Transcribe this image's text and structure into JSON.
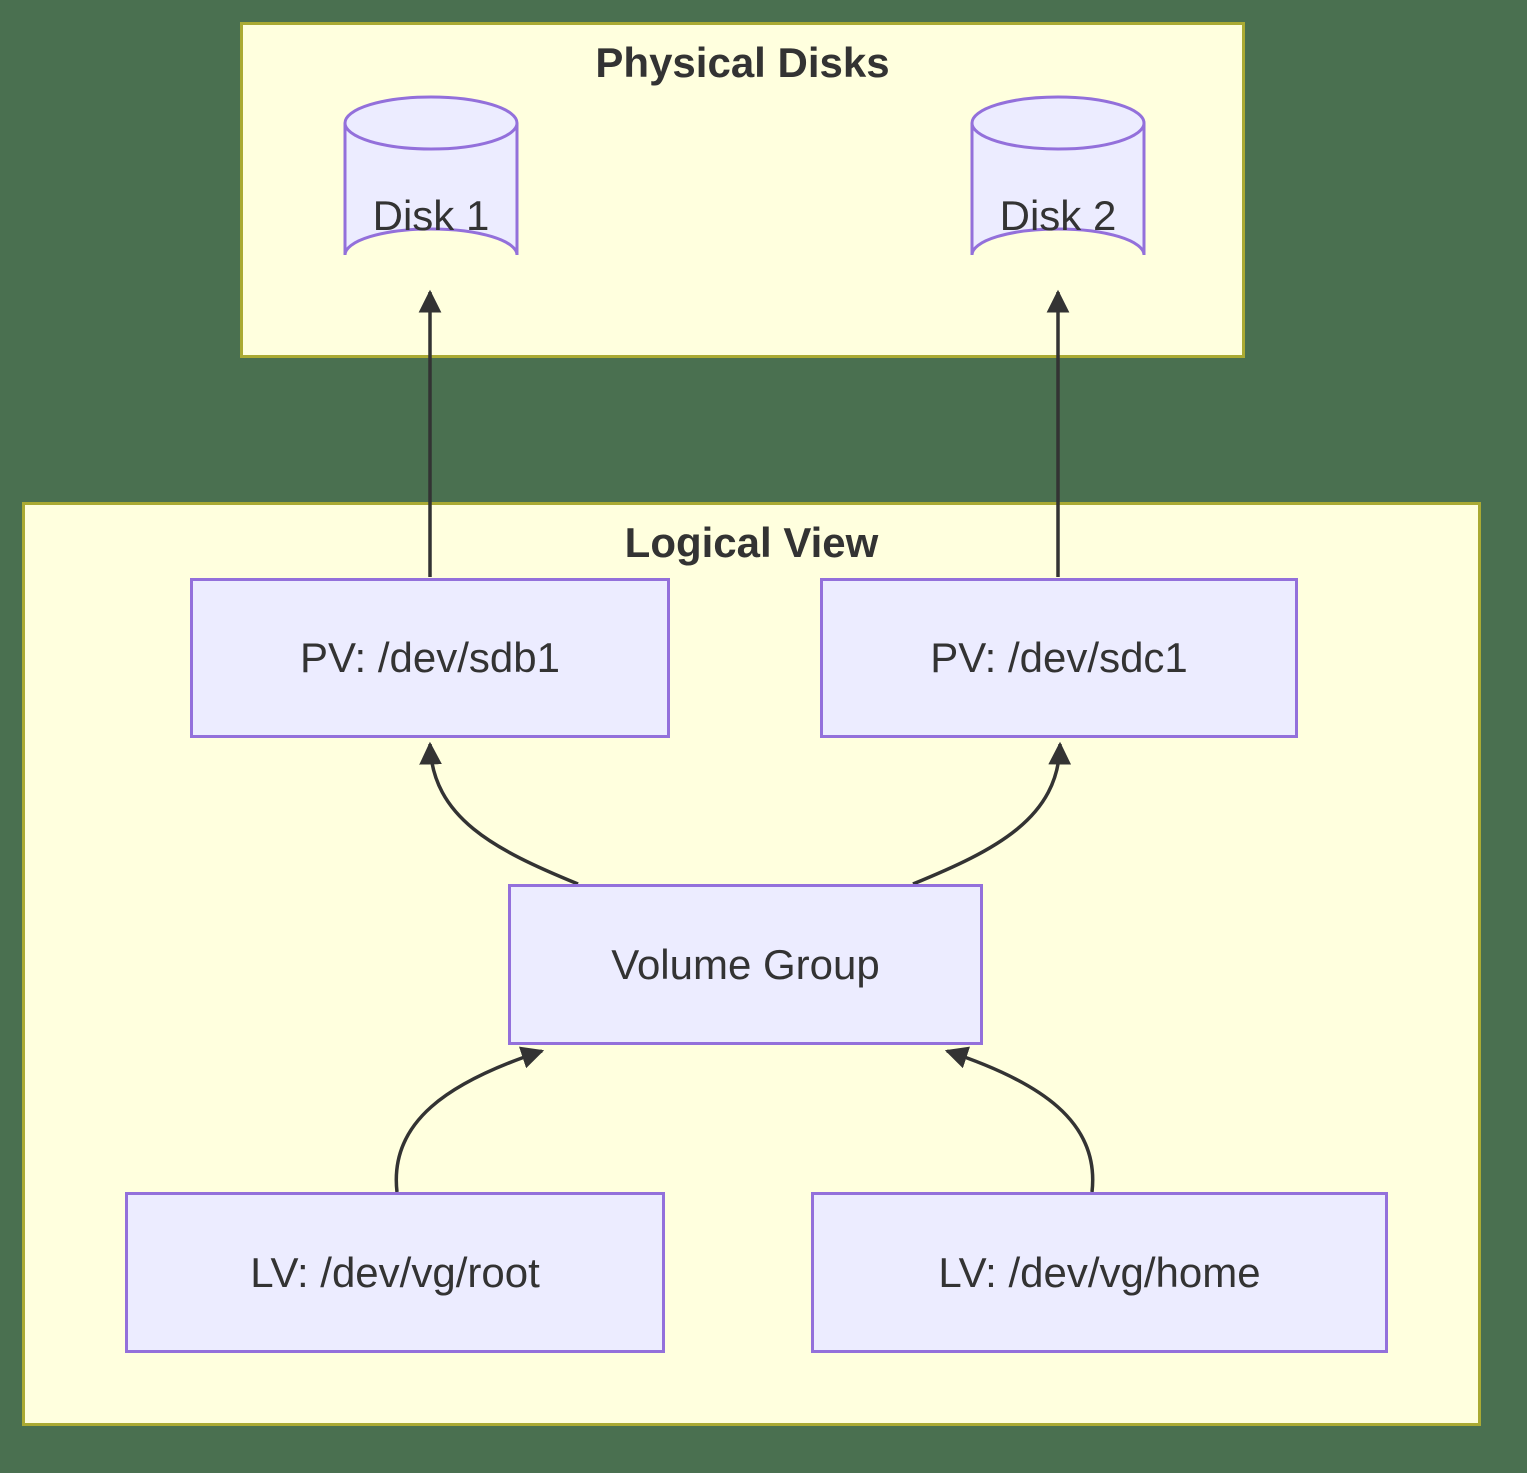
{
  "diagram": {
    "type": "flowchart",
    "clusters": {
      "physical": {
        "title": "Physical Disks"
      },
      "logical": {
        "title": "Logical View"
      }
    },
    "nodes": {
      "disk1": {
        "label": "Disk 1",
        "shape": "cylinder"
      },
      "disk2": {
        "label": "Disk 2",
        "shape": "cylinder"
      },
      "pv1": {
        "label": "PV: /dev/sdb1",
        "shape": "rectangle"
      },
      "pv2": {
        "label": "PV: /dev/sdc1",
        "shape": "rectangle"
      },
      "vg": {
        "label": "Volume Group",
        "shape": "rectangle"
      },
      "lv1": {
        "label": "LV: /dev/vg/root",
        "shape": "rectangle"
      },
      "lv2": {
        "label": "LV: /dev/vg/home",
        "shape": "rectangle"
      }
    },
    "edges": [
      {
        "from": "pv1",
        "to": "disk1"
      },
      {
        "from": "pv2",
        "to": "disk2"
      },
      {
        "from": "vg",
        "to": "pv1"
      },
      {
        "from": "vg",
        "to": "pv2"
      },
      {
        "from": "lv1",
        "to": "vg"
      },
      {
        "from": "lv2",
        "to": "vg"
      }
    ],
    "colors": {
      "background": "#4a7050",
      "cluster_fill": "#ffffde",
      "cluster_border": "#aaaa33",
      "node_fill": "#ECECFF",
      "node_border": "#9370DB",
      "edge": "#333333",
      "text": "#333333"
    }
  }
}
